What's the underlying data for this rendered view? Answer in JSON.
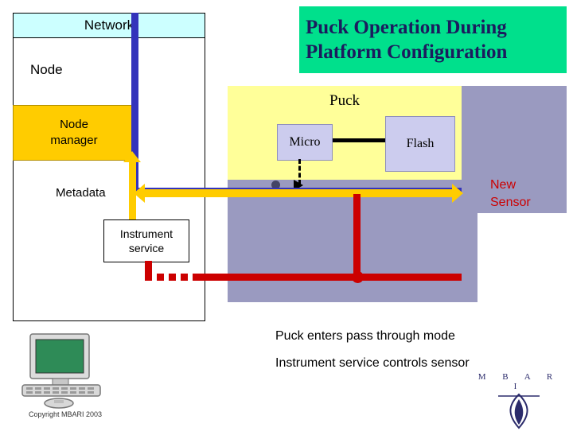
{
  "title": {
    "line1": "Puck Operation During",
    "line2": "Platform Configuration",
    "bg_color": "#00e08c",
    "text_color": "#1b1b5e"
  },
  "network": {
    "label": "Network"
  },
  "node": {
    "label": "Node",
    "manager_line1": "Node",
    "manager_line2": "manager",
    "metadata_label": "Metadata",
    "instrument_service_line1": "Instrument",
    "instrument_service_line2": "service"
  },
  "puck": {
    "label": "Puck",
    "micro_label": "Micro",
    "flash_label": "Flash",
    "new_sensor_line1": "New",
    "new_sensor_line2": "Sensor"
  },
  "bullets": [
    "Puck enters pass through mode",
    "Instrument service controls sensor"
  ],
  "footer": {
    "text": "Copyright MBARI 2003"
  },
  "logo": {
    "letters": "M B A R I"
  },
  "colors": {
    "blue_link": "#3333bb",
    "yellow_link": "#ffcc00",
    "red_link": "#cc0000",
    "puck_body": "#9a9ac0",
    "puck_inner": "#ffff99",
    "chip": "#ccccee"
  }
}
